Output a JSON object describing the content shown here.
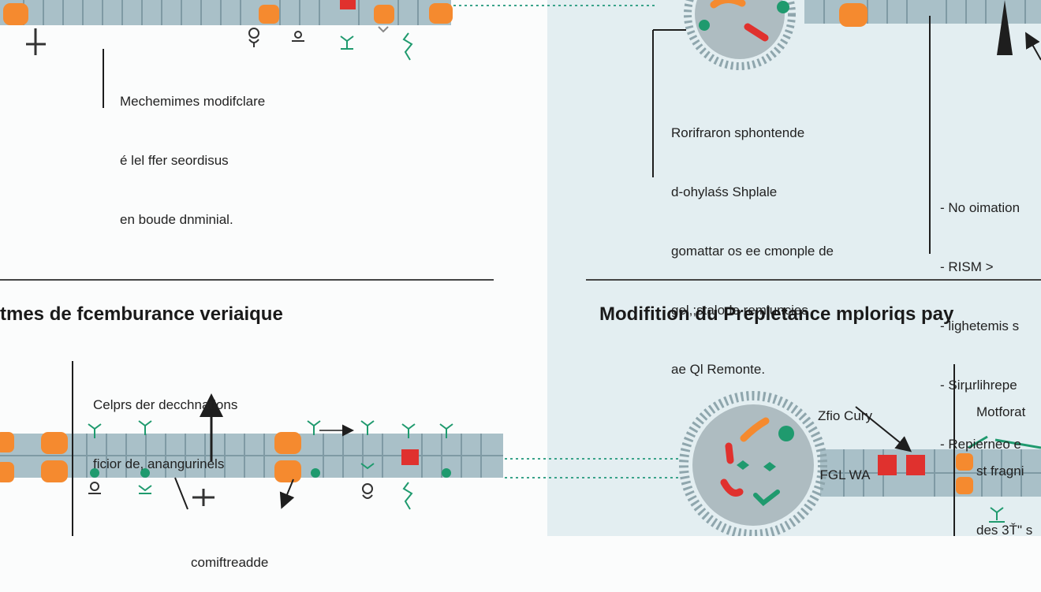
{
  "annotations": {
    "top_left": [
      "Mechemimes modifclare",
      "é lel ffer seordisus",
      "en boude dnminial."
    ],
    "top_middle": [
      "Rorifraron sphontende",
      "d-ohylaśs Shplale",
      "gomattar os ee cmonple de",
      "gel,;stalode remiuncies",
      "ae Ql Remonte."
    ],
    "top_right_list": [
      "- No oimation",
      "- RISM >",
      "- lighetemis s",
      "- Sirµrlihrepe",
      "- Repierneo e"
    ],
    "bottom_left_top": [
      "Celprs der decchnations",
      "ficior de, anangurinels"
    ],
    "bottom_left_bottom": [
      "comiftreadde"
    ],
    "bottom_right_label": [
      "Zfio Cury",
      "FGL WA"
    ],
    "bottom_right_far": [
      "Motforat",
      "st fragni",
      "des 3Ť\" s"
    ]
  },
  "headings": {
    "left": "tmes de fcemburance veriaique",
    "right": "Modifition du Prepletance mploriqs pay"
  },
  "colors": {
    "membrane": "#a9c0c8",
    "membrane_dark": "#7f9aa4",
    "orange": "#f58a2f",
    "red": "#e0312e",
    "green": "#1f9a6e",
    "background_right": "#e3eef1",
    "ink": "#1e1e1e"
  },
  "icons": [
    "receptor-icon",
    "plus-icon",
    "arrow-icon",
    "cell-vesicle-icon"
  ]
}
